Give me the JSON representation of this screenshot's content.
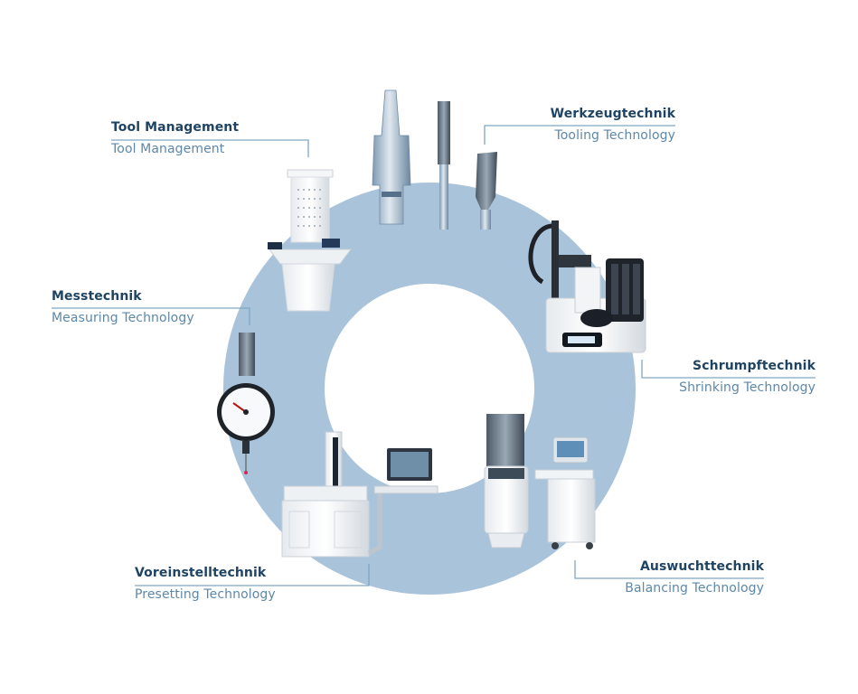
{
  "colors": {
    "ring": "#a9c3da",
    "title_text": "#1f4463",
    "subtitle_text": "#5d88a8",
    "connector_line": "#7fa6c4",
    "background": "#ffffff"
  },
  "segments": [
    {
      "id": "tool-management",
      "title": "Tool Management",
      "subtitle": "Tool Management",
      "icon": "tool-management-cabinet"
    },
    {
      "id": "werkzeugtechnik",
      "title": "Werkzeugtechnik",
      "subtitle": "Tooling Technology",
      "icon": "tool-holders-and-cutters"
    },
    {
      "id": "schrumpftechnik",
      "title": "Schrumpftechnik",
      "subtitle": "Shrinking Technology",
      "icon": "shrink-fit-machine"
    },
    {
      "id": "auswuchttechnik",
      "title": "Auswuchttechnik",
      "subtitle": "Balancing Technology",
      "icon": "balancing-machine"
    },
    {
      "id": "voreinstelltechnik",
      "title": "Voreinstelltechnik",
      "subtitle": "Presetting Technology",
      "icon": "presetting-device"
    },
    {
      "id": "messtechnik",
      "title": "Messtechnik",
      "subtitle": "Measuring Technology",
      "icon": "dial-gauge"
    }
  ]
}
